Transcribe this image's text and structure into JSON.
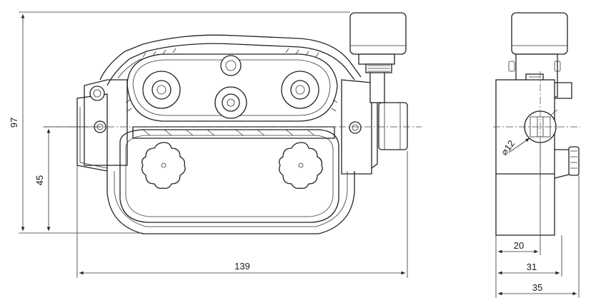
{
  "dimensions": {
    "height_total": "97",
    "height_axis": "45",
    "width_front": "139",
    "side_20": "20",
    "side_31": "31",
    "side_35": "35",
    "bore_diameter": "⌀12"
  }
}
